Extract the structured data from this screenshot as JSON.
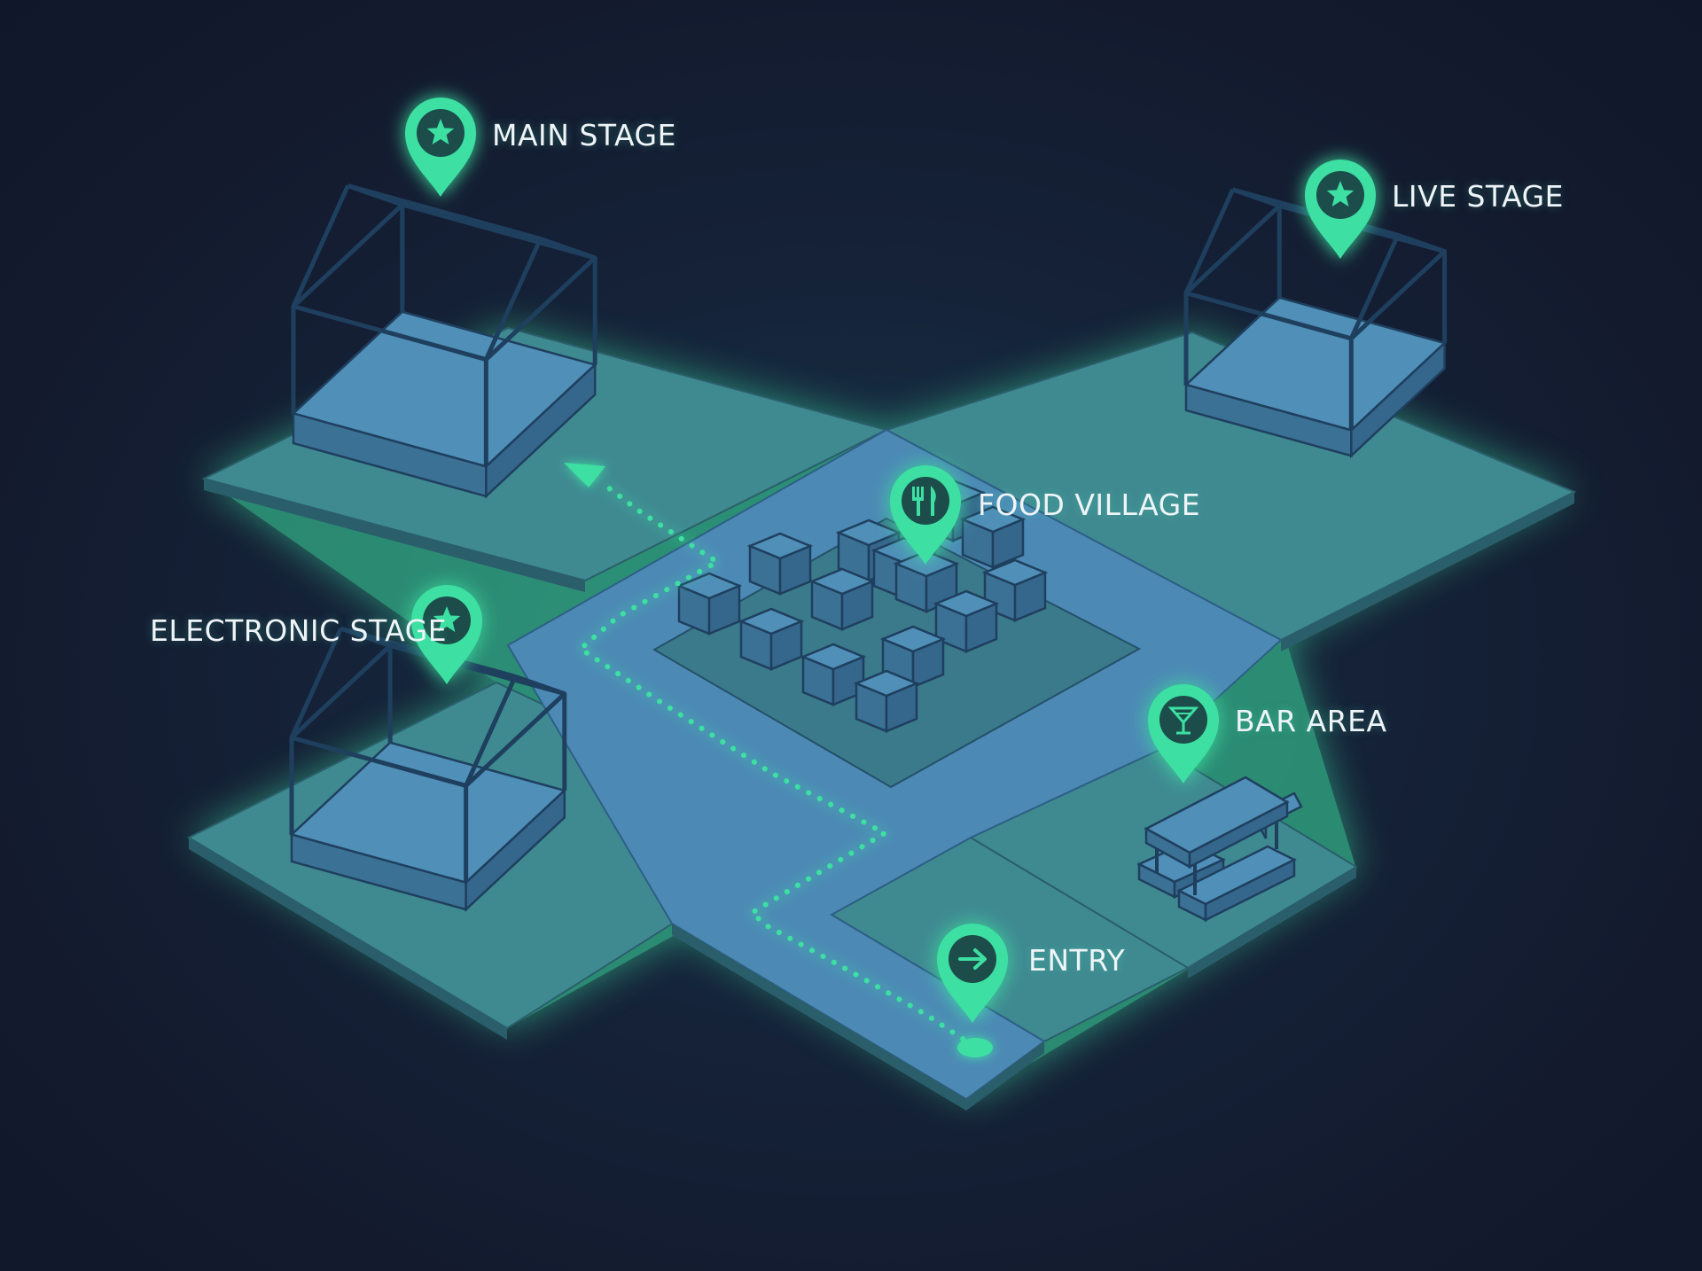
{
  "map": {
    "colors": {
      "background": "#141a2e",
      "zone": "#3f8a91",
      "zone_edge": "#2a5e6b",
      "path": "#4c8ab5",
      "structure": "#1f3f5e",
      "structure_fill": "#4a86b0",
      "marker": "#3ee0a2",
      "marker_glow": "#3ee0a2",
      "route": "#3ee0a2",
      "label": "#eef4f8"
    },
    "points_of_interest": [
      {
        "label": "MAIN STAGE",
        "icon": "star-icon"
      },
      {
        "label": "LIVE STAGE",
        "icon": "star-icon"
      },
      {
        "label": "FOOD VILLAGE",
        "icon": "fork-knife-icon"
      },
      {
        "label": "ELECTRONIC STAGE",
        "icon": "star-icon"
      },
      {
        "label": "BAR AREA",
        "icon": "cocktail-glass-icon"
      },
      {
        "label": "ENTRY",
        "icon": "arrow-right-icon"
      }
    ],
    "route": {
      "start": "ENTRY",
      "end": "MAIN STAGE",
      "style": "dotted",
      "arrow": true
    }
  }
}
